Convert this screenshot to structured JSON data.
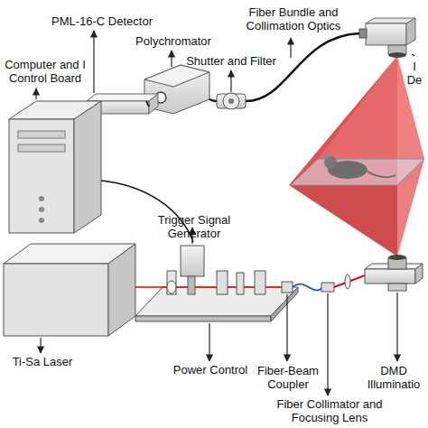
{
  "diagram": {
    "labels": [
      "PML-16-C Detector",
      "Fiber Bundle and Collimation Optics",
      "Computer and I Control Board",
      "Polychromator",
      "Shutter and Filter",
      "I De",
      "Trigger Signal Generator",
      "Ti-Sa Laser",
      "Power Control",
      "Fiber-Beam Coupler",
      "Fiber Collimator and Focusing Lens",
      "DMD Illuminatio"
    ]
  }
}
